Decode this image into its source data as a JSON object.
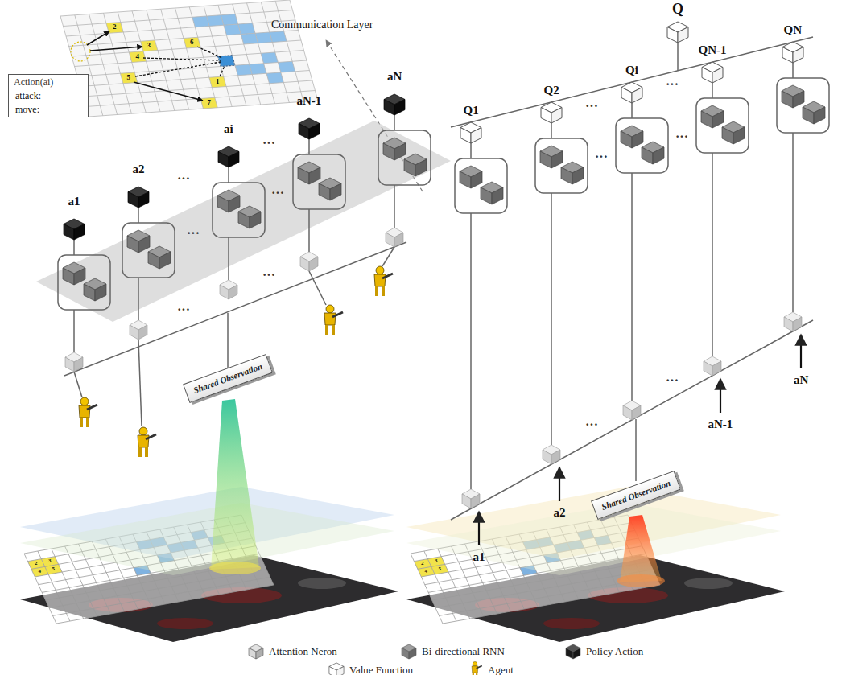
{
  "diagram": {
    "nodes": [
      {
        "text": [
          "Action(ai)",
          "attack:",
          "move:"
        ]
      },
      {
        "text": [
          "Shared Observation"
        ]
      },
      {
        "text": [
          "Shared Observation"
        ]
      }
    ],
    "labels": [
      "Communication Layer",
      "Q",
      "Q1",
      "Q2",
      "Qi",
      "QN-1",
      "QN",
      "a1",
      "a2",
      "ai",
      "aN-1",
      "aN",
      "a1",
      "a2",
      "aN-1",
      "aN",
      "2",
      "3",
      "4",
      "6",
      "5",
      "1",
      "7",
      "···",
      "···",
      "···",
      "···",
      "···",
      "···",
      "···",
      "···",
      "···",
      "···",
      "···",
      "···",
      "2",
      "3",
      "4",
      "5",
      "2",
      "3",
      "4",
      "5"
    ],
    "legend": [
      {
        "text": "Attention Neron",
        "color": "#d9d9d9"
      },
      {
        "text": "Bi-directional RNN",
        "color": "#7f7f7f"
      },
      {
        "text": "Policy Action",
        "color": "#1a1a1a"
      },
      {
        "text": "Value Function"
      },
      {
        "text": "Agent"
      }
    ]
  }
}
